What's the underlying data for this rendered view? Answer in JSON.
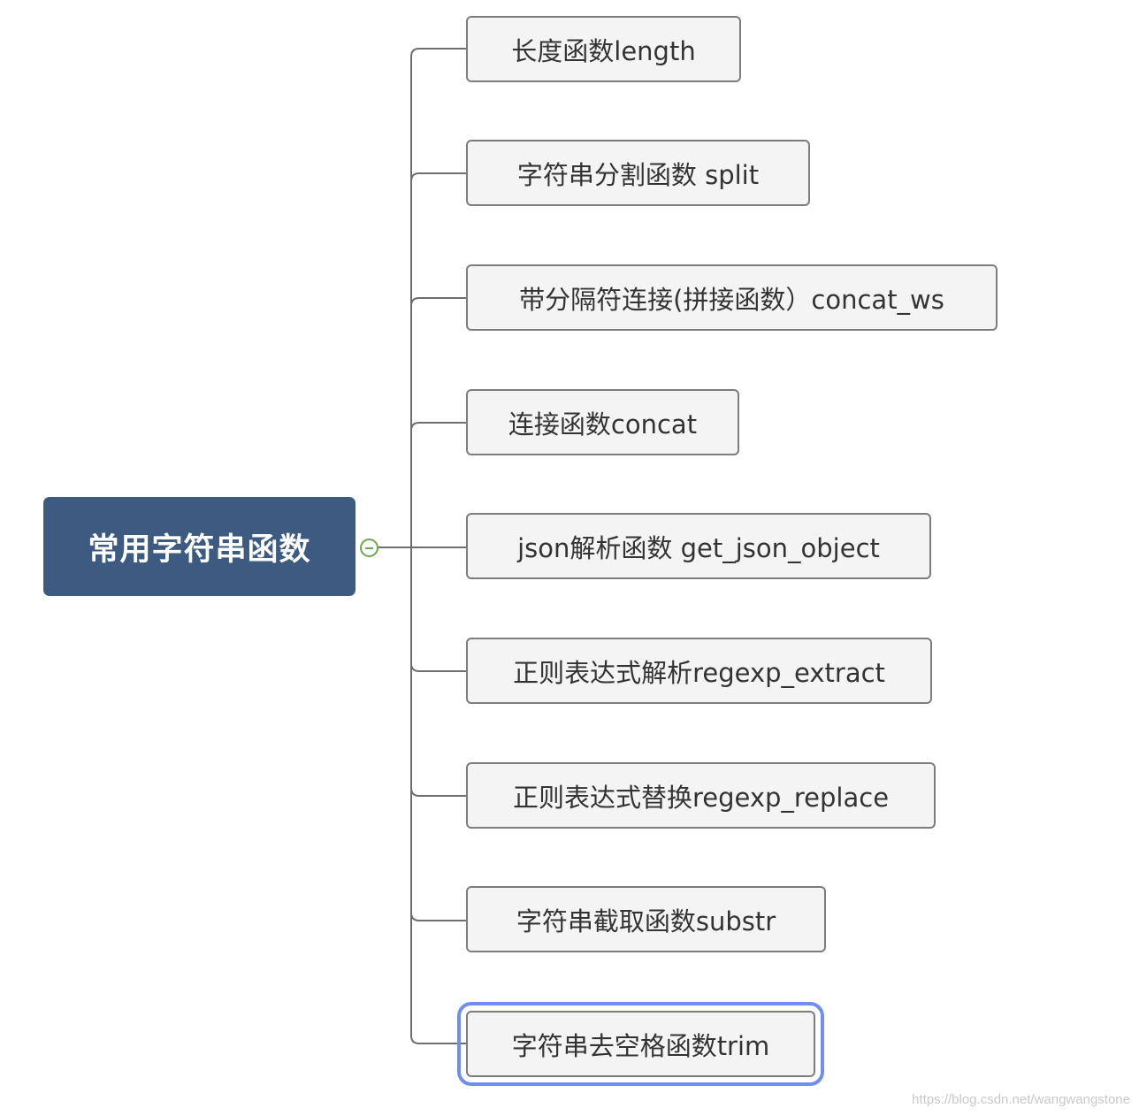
{
  "root": {
    "label": "常用字符串函数",
    "fill_color": "#3d5a80",
    "toggle_icon": "collapse-minus-icon",
    "toggle_color": "#6aa84f"
  },
  "children": [
    {
      "label": "长度函数length"
    },
    {
      "label": "字符串分割函数 split"
    },
    {
      "label": "带分隔符连接(拼接函数）concat_ws"
    },
    {
      "label": "连接函数concat"
    },
    {
      "label": "json解析函数 get_json_object"
    },
    {
      "label": "正则表达式解析regexp_extract"
    },
    {
      "label": "正则表达式替换regexp_replace"
    },
    {
      "label": "字符串截取函数substr"
    },
    {
      "label": "字符串去空格函数trim",
      "selected": true
    }
  ],
  "selection_color": "#6f8ef0",
  "watermark": "https://blog.csdn.net/wangwangstone"
}
